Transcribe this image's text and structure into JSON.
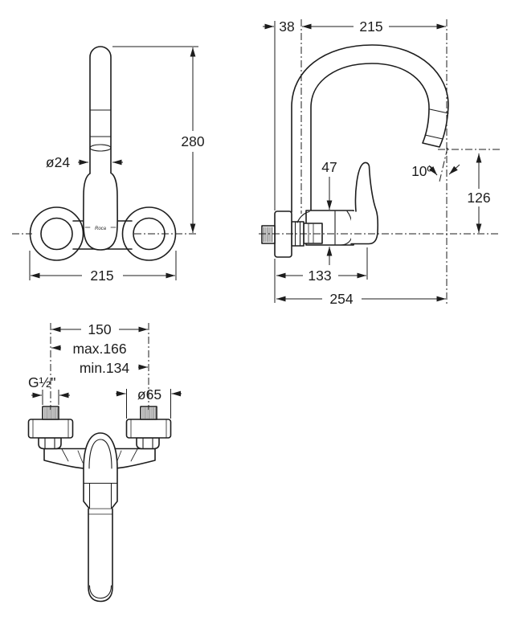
{
  "logo": "Roca",
  "colors": {
    "line_color": "#1d1d1d",
    "background": "#ffffff"
  },
  "front_view": {
    "spout_diameter": "ø24",
    "total_height": "280",
    "overall_width": "215"
  },
  "side_view": {
    "wall_offset": "38",
    "spout_reach": "215",
    "body_height": "47",
    "spout_angle": "10º",
    "outlet_height": "126",
    "body_depth": "133",
    "overall_depth": "254"
  },
  "top_view": {
    "centers_distance": "150",
    "centers_max": "max.166",
    "centers_min": "min.134",
    "thread_size": "G½\"",
    "flange_diameter": "ø65"
  }
}
